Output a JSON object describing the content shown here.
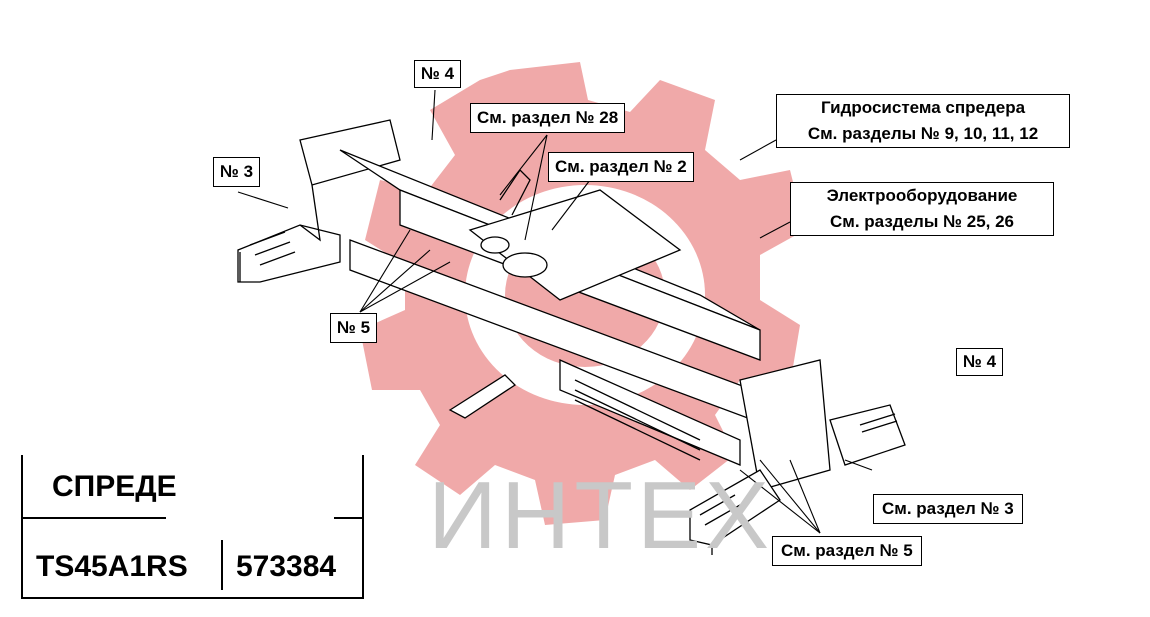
{
  "title_block": {
    "title": "СПРЕДЕ",
    "model": "TS45A1RS",
    "number": "573384"
  },
  "watermark": {
    "text": "ИНТЕХ",
    "logo": "gear-logo"
  },
  "callouts": {
    "no4_top": "№ 4",
    "no3_left": "№ 3",
    "no5_left": "№ 5",
    "no4_right": "№ 4",
    "section28": "См. раздел № 28",
    "section2": "См. раздел № 2",
    "hydro_line1": "Гидросистема спредера",
    "hydro_line2": "См. разделы № 9, 10, 11, 12",
    "electro_line1": "Электрооборудование",
    "electro_line2": "См. разделы № 25, 26",
    "section3": "См. раздел № 3",
    "section5": "См. раздел № 5"
  },
  "colors": {
    "watermark_red": "#f0a9a9",
    "watermark_grey": "#c8c8c8",
    "ink": "#000000"
  }
}
